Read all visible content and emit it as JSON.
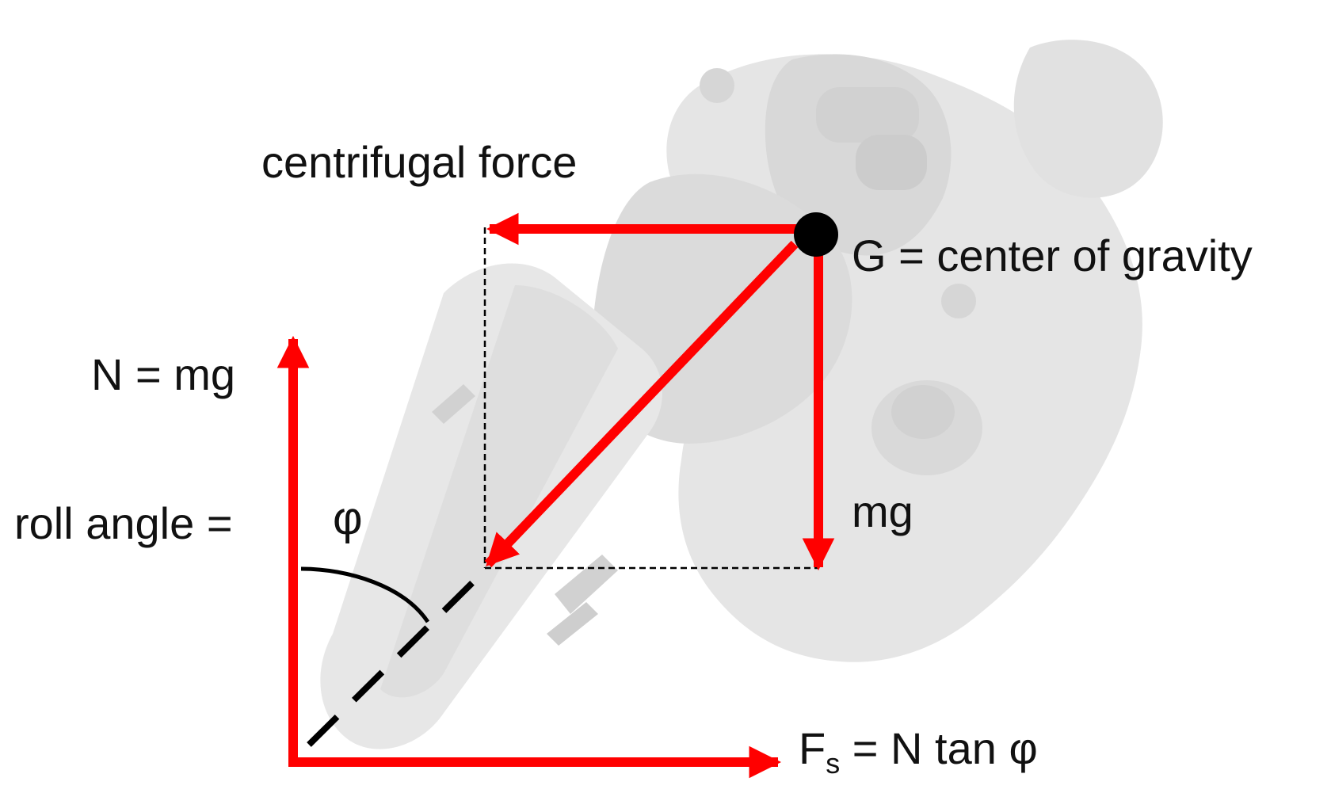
{
  "labels": {
    "centrifugal": "centrifugal force",
    "gravity_center": "G = center of gravity",
    "normal": "N = mg",
    "roll_angle": "roll angle =",
    "phi": "φ",
    "weight": "mg",
    "side_force_f": "F",
    "side_force_sub": "s",
    "side_force_rest": " = N tan φ"
  },
  "icons": {
    "background": "motorcycle-rider-icon"
  },
  "colors": {
    "force_arrow": "#ff0000",
    "guide_line": "#000000",
    "label_text": "#111111",
    "motorcycle_fill": "#e4e4e4",
    "motorcycle_shade": "#d2d2d2"
  }
}
